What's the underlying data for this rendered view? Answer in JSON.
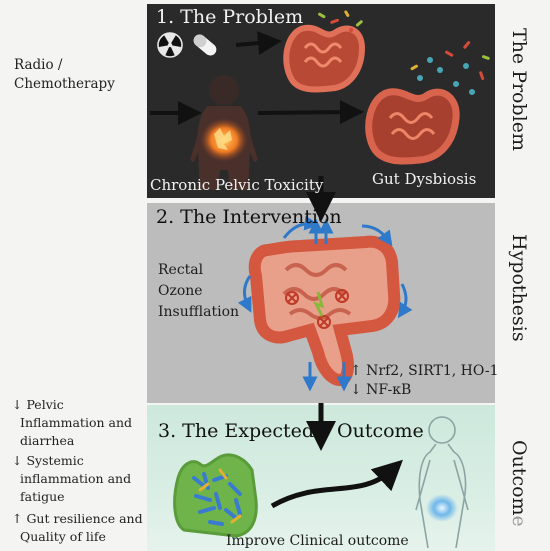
{
  "side_labels": {
    "radio": "Radio /",
    "chemo": "Chemotherapy",
    "effects": [
      [
        "↓ Pelvic",
        "Inflammation and",
        "diarrhea"
      ],
      [
        "↓ Systemic",
        "inflammation and",
        "fatigue"
      ],
      [
        "↑ Gut resilience and",
        "Quality of life"
      ]
    ]
  },
  "panels": {
    "problem": {
      "title": "1. The Problem",
      "toxicity_label": "Chronic Pelvic Toxicity",
      "dysbiosis_label": "Gut Dysbiosis",
      "side_title": "The Problem"
    },
    "intervention": {
      "title": "2. The Intervention",
      "method_label": [
        "Rectal",
        "Ozone",
        "Insufflation"
      ],
      "markers": [
        "↑ Nrf2, SIRT1, HO-1",
        "↓ NF-κB"
      ],
      "side_title": "Hypothesis"
    },
    "outcome": {
      "title_a": "3. The Expected",
      "title_b": "Outcome",
      "caption": "Improve Clinical outcome",
      "side_title_main": "Outcom",
      "side_title_fade": "e"
    }
  },
  "icons": [
    "radiation-icon",
    "pill-icon"
  ],
  "colors": {
    "panel1_bg": "#2b2a2a",
    "panel2_bg": "#bcbcbc",
    "panel3_bg": "#d4ece0",
    "intestine": "#d9624a",
    "ozone_arrows": "#2e79c9"
  }
}
